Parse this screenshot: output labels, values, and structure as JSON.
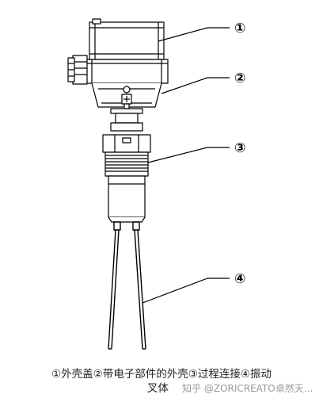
{
  "callouts": [
    {
      "number": "①"
    },
    {
      "number": "②"
    },
    {
      "number": "③"
    },
    {
      "number": "④"
    }
  ],
  "caption": {
    "line1": "①外壳盖②带电子部件的外壳③过程连接④振动",
    "line2": "叉体"
  },
  "watermark": "知乎 @ZORICREATO卓然天..."
}
